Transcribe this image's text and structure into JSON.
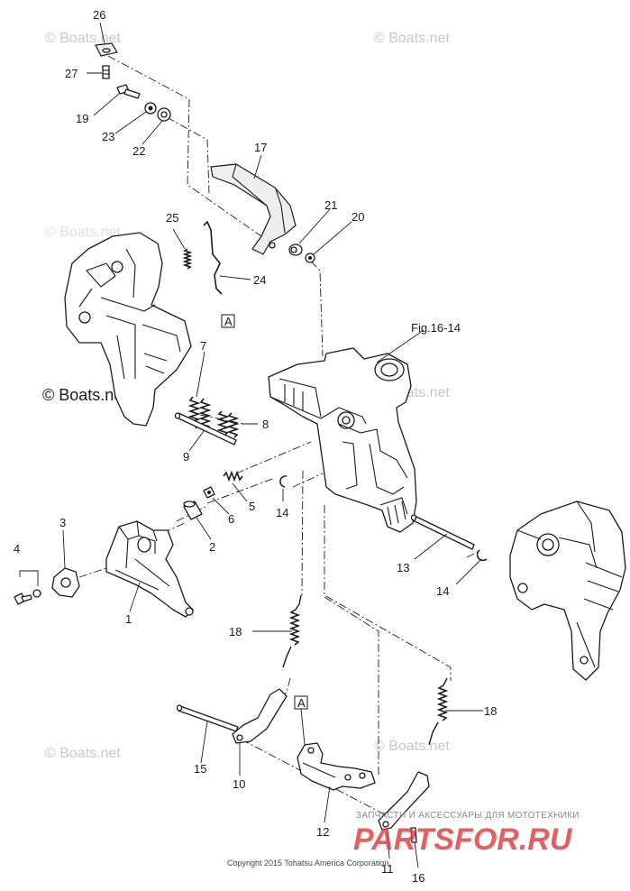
{
  "watermarks": [
    "© Boats.net",
    "© Boats.net",
    "© Boats.net",
    "© Boats.net",
    "© Boats.net",
    "© Boats.net",
    "© Boats.net"
  ],
  "callouts": {
    "c26": "26",
    "c27": "27",
    "c19": "19",
    "c23": "23",
    "c22": "22",
    "c17": "17",
    "c21": "21",
    "c20": "20",
    "c25": "25",
    "c24": "24",
    "c7": "7",
    "c8": "8",
    "c9": "9",
    "c5": "5",
    "c6": "6",
    "c14a": "14",
    "c2": "2",
    "c3": "3",
    "c4": "4",
    "c1": "1",
    "c13": "13",
    "c14b": "14",
    "c18a": "18",
    "c18b": "18",
    "c15": "15",
    "c10": "10",
    "c12": "12",
    "c11": "11",
    "c16": "16"
  },
  "reference": "Fig.16-14",
  "box_labels": {
    "a_top": "A",
    "a_bottom": "A"
  },
  "copyright": "Copyright 2015 Tohatsu America Corporation",
  "brand": {
    "tagline": "ЗАПЧАСТИ И АКСЕССУАРЫ ДЛЯ МОТОТЕХНИКИ",
    "name": "PARTSFOR.RU"
  }
}
